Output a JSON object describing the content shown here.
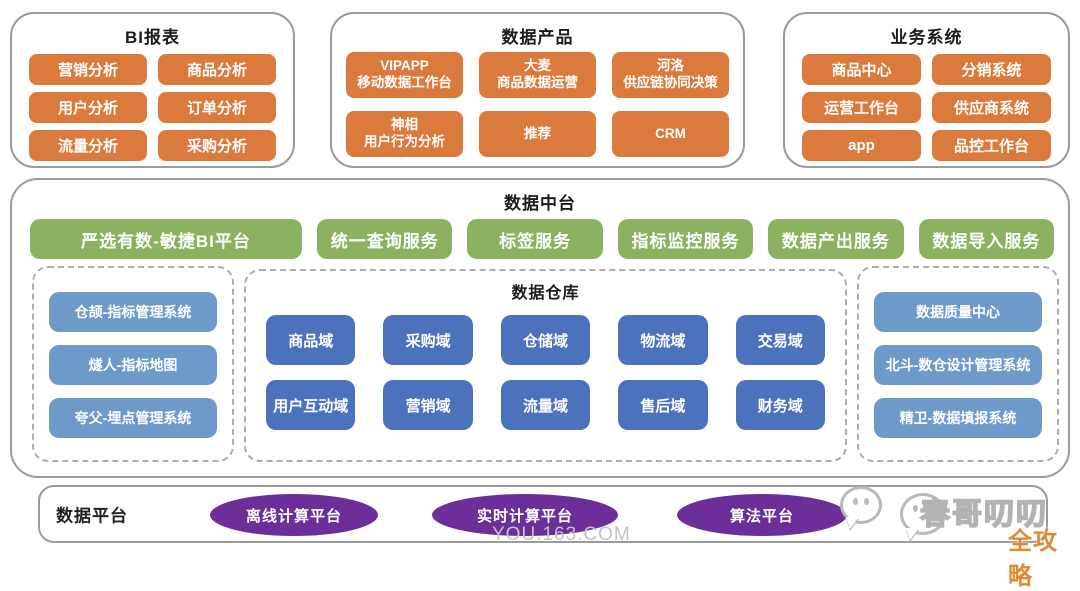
{
  "colors": {
    "orange": "#DA7A3C",
    "green": "#8BB261",
    "blue_dark": "#4C72BD",
    "blue_light": "#6E9AC9",
    "purple": "#6C2F9A",
    "border_gray": "#9B9B9B"
  },
  "top_boxes": [
    {
      "title": "BI报表",
      "items": [
        "营销分析",
        "商品分析",
        "用户分析",
        "订单分析",
        "流量分析",
        "采购分析"
      ]
    },
    {
      "title": "数据产品",
      "items": [
        {
          "line1": "VIPAPP",
          "line2": "移动数据工作台"
        },
        {
          "line1": "大麦",
          "line2": "商品数据运营"
        },
        {
          "line1": "河洛",
          "line2": "供应链协同决策"
        },
        {
          "line1": "神相",
          "line2": "用户行为分析"
        },
        {
          "line1": "推荐",
          "line2": ""
        },
        {
          "line1": "CRM",
          "line2": ""
        }
      ]
    },
    {
      "title": "业务系统",
      "items": [
        "商品中心",
        "分销系统",
        "运营工作台",
        "供应商系统",
        "app",
        "品控工作台"
      ]
    }
  ],
  "middle_platform": {
    "title": "数据中台",
    "services": [
      "严选有数-敏捷BI平台",
      "统一查询服务",
      "标签服务",
      "指标监控服务",
      "数据产出服务",
      "数据导入服务"
    ],
    "left_tools": [
      "仓颉-指标管理系统",
      "燧人-指标地图",
      "夸父-埋点管理系统"
    ],
    "warehouse": {
      "title": "数据仓库",
      "row1": [
        "商品域",
        "采购域",
        "仓储域",
        "物流域",
        "交易域"
      ],
      "row2": [
        "用户互动域",
        "营销域",
        "流量域",
        "售后域",
        "财务域"
      ]
    },
    "right_tools": [
      "数据质量中心",
      "北斗-数仓设计管理系统",
      "精卫-数据填报系统"
    ]
  },
  "bottom_platform": {
    "title": "数据平台",
    "platforms": [
      "离线计算平台",
      "实时计算平台",
      "算法平台"
    ]
  },
  "watermarks": {
    "site": "YOU.163.COM",
    "brand": "春哥叨叨",
    "badge": "全攻略"
  }
}
